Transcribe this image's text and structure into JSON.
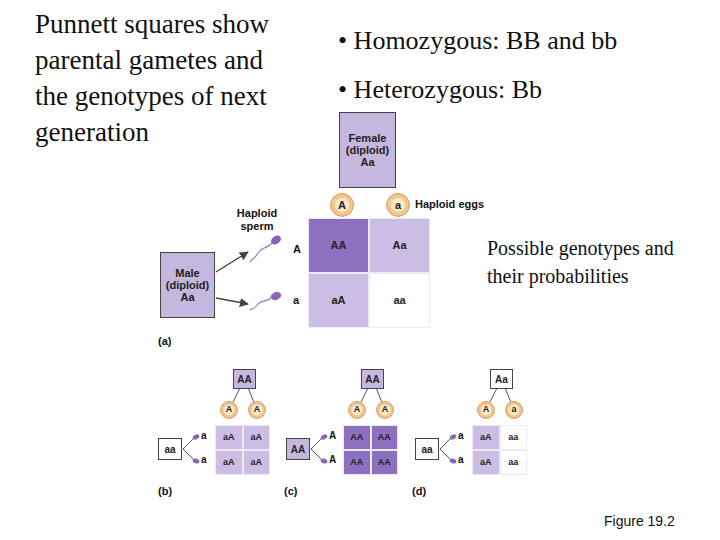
{
  "diagram": {
    "title": "Punnett squares show parental gametes and the genotypes of next generation",
    "caption": "Figure 19.2",
    "nodes": [
      {
        "text": [
          "Female (diploid) Aa"
        ]
      },
      {
        "text": [
          "A"
        ]
      },
      {
        "text": [
          "a"
        ]
      },
      {
        "text": [
          "Male (diploid) Aa"
        ]
      },
      {
        "text": [
          "AA"
        ]
      },
      {
        "text": [
          "Aa"
        ]
      },
      {
        "text": [
          "aA"
        ]
      },
      {
        "text": [
          "aa"
        ]
      },
      {
        "text": [
          "AA"
        ]
      },
      {
        "text": [
          "A"
        ]
      },
      {
        "text": [
          "A"
        ]
      },
      {
        "text": [
          "aa"
        ]
      },
      {
        "text": [
          "aA"
        ]
      },
      {
        "text": [
          "aA"
        ]
      },
      {
        "text": [
          "aA"
        ]
      },
      {
        "text": [
          "aA"
        ]
      },
      {
        "text": [
          "AA"
        ]
      },
      {
        "text": [
          "A"
        ]
      },
      {
        "text": [
          "A"
        ]
      },
      {
        "text": [
          "AA"
        ]
      },
      {
        "text": [
          "AA"
        ]
      },
      {
        "text": [
          "AA"
        ]
      },
      {
        "text": [
          "AA"
        ]
      },
      {
        "text": [
          "AA"
        ]
      },
      {
        "text": [
          "Aa"
        ]
      },
      {
        "text": [
          "A"
        ]
      },
      {
        "text": [
          "a"
        ]
      },
      {
        "text": [
          "aa"
        ]
      },
      {
        "text": [
          "aA"
        ]
      },
      {
        "text": [
          "aa"
        ]
      },
      {
        "text": [
          "aA"
        ]
      },
      {
        "text": [
          "aa"
        ]
      }
    ],
    "edges": [
      {
        "from": 8,
        "to": 9,
        "arrow": "none"
      },
      {
        "from": 8,
        "to": 10,
        "arrow": "none"
      },
      {
        "from": 16,
        "to": 17,
        "arrow": "none"
      },
      {
        "from": 16,
        "to": 18,
        "arrow": "none"
      },
      {
        "from": 24,
        "to": 25,
        "arrow": "none"
      },
      {
        "from": 24,
        "to": 26,
        "arrow": "none"
      }
    ],
    "labels": [
      "• Homozygous: BB and bb",
      "• Heterozygous: Bb",
      "Haploid eggs",
      "Haploid sperm",
      "A",
      "a",
      "Possible genotypes and their probabilities",
      "(a)",
      "a",
      "a",
      "(b)",
      "A",
      "A",
      "(c)",
      "a",
      "a",
      "(d)"
    ]
  }
}
